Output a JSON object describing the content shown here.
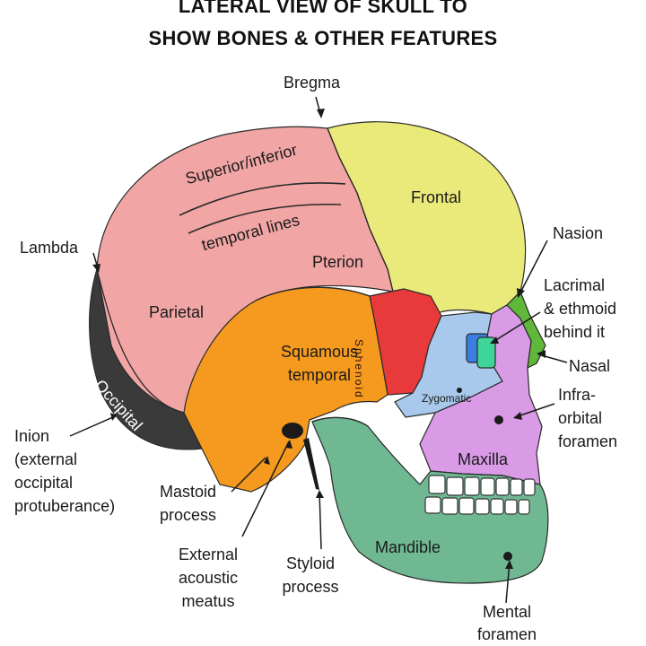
{
  "title_line1": "LATERAL VIEW OF SKULL TO",
  "title_line2": "SHOW BONES & OTHER FEATURES",
  "labels": {
    "bregma": "Bregma",
    "frontal": "Frontal",
    "nasion": "Nasion",
    "lambda": "Lambda",
    "superior_inferior": "Superior/inferior",
    "temporal_lines": "temporal lines",
    "pterion": "Pterion",
    "lacrimal_1": "Lacrimal",
    "lacrimal_2": "& ethmoid",
    "lacrimal_3": "behind it",
    "parietal": "Parietal",
    "sphenoid": "Sphenoid",
    "squamous_1": "Squamous",
    "squamous_2": "temporal",
    "nasal": "Nasal",
    "occipital": "Occipital",
    "zygomatic": "Zygomatic",
    "infra_1": "Infra-",
    "infra_2": "orbital",
    "infra_3": "foramen",
    "inion_1": "Inion",
    "inion_2": "(external",
    "inion_3": "occipital",
    "inion_4": "protuberance)",
    "maxilla": "Maxilla",
    "mastoid_1": "Mastoid",
    "mastoid_2": "process",
    "external_1": "External",
    "external_2": "acoustic",
    "external_3": "meatus",
    "styloid_1": "Styloid",
    "styloid_2": "process",
    "mandible": "Mandible",
    "mental_1": "Mental",
    "mental_2": "foramen"
  },
  "colors": {
    "parietal": "#f2a5a5",
    "frontal": "#eaea7a",
    "occipital": "#3a3a3a",
    "temporal": "#f59a1e",
    "sphenoid": "#e83a3a",
    "zygomatic": "#a8c8ec",
    "maxilla": "#d99ae6",
    "mandible": "#6fb892",
    "nasal": "#5fb83a",
    "lacrimal": "#3fd49a",
    "ethmoid": "#3a7fe0"
  }
}
